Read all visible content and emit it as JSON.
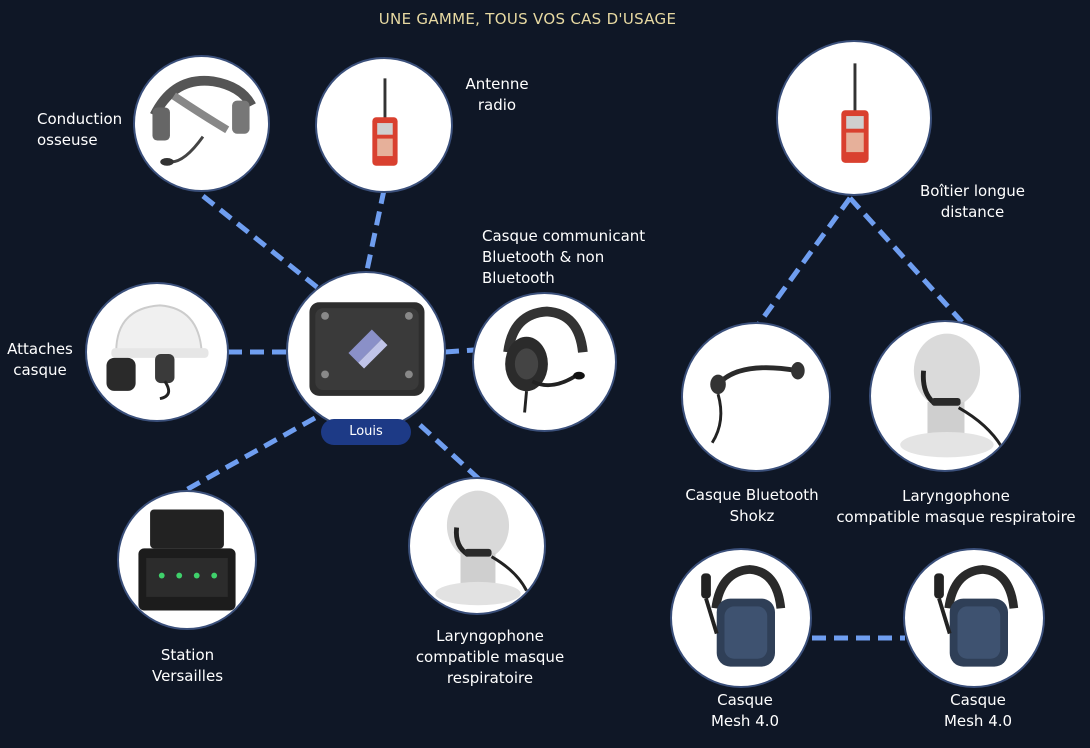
{
  "title": "UNE GAMME, TOUS VOS CAS D'USAGE",
  "hub": {
    "label": "Louis"
  },
  "nodes": {
    "bone": {
      "lines": [
        "Conduction",
        "osseuse"
      ]
    },
    "antenna": {
      "lines": [
        "Antenne",
        "radio"
      ]
    },
    "headset": {
      "lines": [
        "Casque communicant",
        "Bluetooth & non",
        "Bluetooth"
      ]
    },
    "helmet": {
      "lines": [
        "Attaches",
        "casque"
      ]
    },
    "station": {
      "lines": [
        "Station",
        "Versailles"
      ]
    },
    "laryngo_left": {
      "lines": [
        "Laryngophone",
        "compatible masque",
        "respiratoire"
      ]
    },
    "long_range": {
      "lines": [
        "Boîtier longue",
        "distance"
      ]
    },
    "shokz": {
      "lines": [
        "Casque Bluetooth",
        "Shokz"
      ]
    },
    "laryngo_right": {
      "lines": [
        "Laryngophone",
        "compatible masque respiratoire"
      ]
    },
    "mesh_left": {
      "lines": [
        "Casque",
        "Mesh 4.0"
      ]
    },
    "mesh_right": {
      "lines": [
        "Casque",
        "Mesh 4.0"
      ]
    }
  },
  "colors": {
    "background": "#0f1726",
    "title": "#e7d9a2",
    "link": "#6f9ef0",
    "pill": "#1d3a86"
  }
}
